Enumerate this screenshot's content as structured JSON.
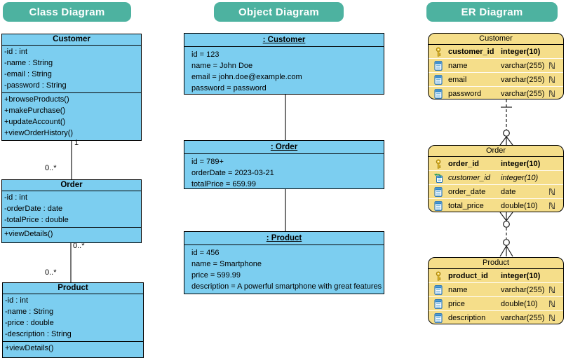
{
  "colors": {
    "header_teal": "#4DB2A0",
    "uml_blue": "#7CCEF0",
    "er_yellow": "#F5DE8A"
  },
  "class_diagram": {
    "badge": "Class Diagram",
    "customer": {
      "name": "Customer",
      "attributes": [
        "-id : int",
        "-name : String",
        "-email : String",
        "-password : String"
      ],
      "methods": [
        "+browseProducts()",
        "+makePurchase()",
        "+updateAccount()",
        "+viewOrderHistory()"
      ]
    },
    "order": {
      "name": "Order",
      "attributes": [
        "-id : int",
        "-orderDate : date",
        "-totalPrice : double"
      ],
      "methods": [
        "+viewDetails()"
      ]
    },
    "product": {
      "name": "Product",
      "attributes": [
        "-id : int",
        "-name : String",
        "-price : double",
        "-description : String"
      ],
      "methods": [
        "+viewDetails()"
      ]
    },
    "multiplicities": [
      "1",
      "0..*",
      "0..*",
      "0..*"
    ]
  },
  "object_diagram": {
    "badge": "Object Diagram",
    "customer": {
      "title": ": Customer",
      "slots": [
        "id = 123",
        "name = John Doe",
        "email = john.doe@example.com",
        "password = password"
      ]
    },
    "order": {
      "title": ": Order",
      "slots": [
        "id = 789+",
        "orderDate = 2023-03-21",
        "totalPrice = 659.99"
      ]
    },
    "product": {
      "title": ": Product",
      "slots": [
        "id = 456",
        "name = Smartphone",
        "price = 599.99",
        "description = A powerful smartphone with great features"
      ]
    }
  },
  "er_diagram": {
    "badge": "ER Diagram",
    "nullable_glyph": "ℕ",
    "customer": {
      "name": "Customer",
      "columns": [
        {
          "name": "customer_id",
          "type": "integer(10)",
          "key": "primary",
          "nullable": false
        },
        {
          "name": "name",
          "type": "varchar(255)",
          "key": "none",
          "nullable": true
        },
        {
          "name": "email",
          "type": "varchar(255)",
          "key": "none",
          "nullable": true
        },
        {
          "name": "password",
          "type": "varchar(255)",
          "key": "none",
          "nullable": true
        }
      ]
    },
    "order": {
      "name": "Order",
      "columns": [
        {
          "name": "order_id",
          "type": "integer(10)",
          "key": "primary",
          "nullable": false
        },
        {
          "name": "customer_id",
          "type": "integer(10)",
          "key": "foreign",
          "nullable": false
        },
        {
          "name": "order_date",
          "type": "date",
          "key": "none",
          "nullable": true
        },
        {
          "name": "total_price",
          "type": "double(10)",
          "key": "none",
          "nullable": true
        }
      ]
    },
    "product": {
      "name": "Product",
      "columns": [
        {
          "name": "product_id",
          "type": "integer(10)",
          "key": "primary",
          "nullable": false
        },
        {
          "name": "name",
          "type": "varchar(255)",
          "key": "none",
          "nullable": true
        },
        {
          "name": "price",
          "type": "double(10)",
          "key": "none",
          "nullable": true
        },
        {
          "name": "description",
          "type": "varchar(255)",
          "key": "none",
          "nullable": true
        }
      ]
    }
  }
}
